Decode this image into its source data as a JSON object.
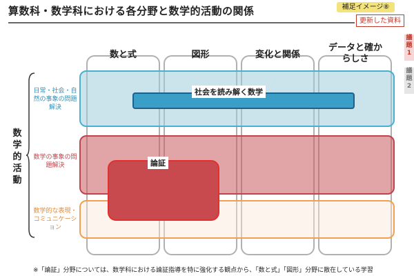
{
  "header": {
    "title": "算数科・数学科における各分野と数学的活動の関係",
    "badge": "補足イメージ⑧",
    "updated_label": "更新した資料"
  },
  "side_tabs": [
    {
      "label": "議題1"
    },
    {
      "label": "議題2"
    }
  ],
  "columns": [
    {
      "label": "数と式"
    },
    {
      "label": "図形"
    },
    {
      "label": "変化と関係"
    },
    {
      "label": "データと確からしさ"
    }
  ],
  "vertical_label": "数学的活動",
  "rows": [
    {
      "label": "日常・社会・自然の事象の問題解決"
    },
    {
      "label": "数学の事象の問題解決"
    },
    {
      "label": "数学的な表現・コミュニケーション"
    }
  ],
  "overlays": {
    "society_math": "社会を読み解く数学",
    "proof": "論証"
  },
  "colors": {
    "row1_fill": "#a0cddc",
    "row2_fill": "#c85a5f",
    "row3_fill": "#fae6d7",
    "pill_fill": "#3a9fc6",
    "proof_fill": "#c94a4e",
    "badge_fill": "#f4e37a"
  },
  "footnote": "※「論証」分野については、数学科における論証指導を特に強化する観点から、「数と式」「図形」分野に散在している学習"
}
